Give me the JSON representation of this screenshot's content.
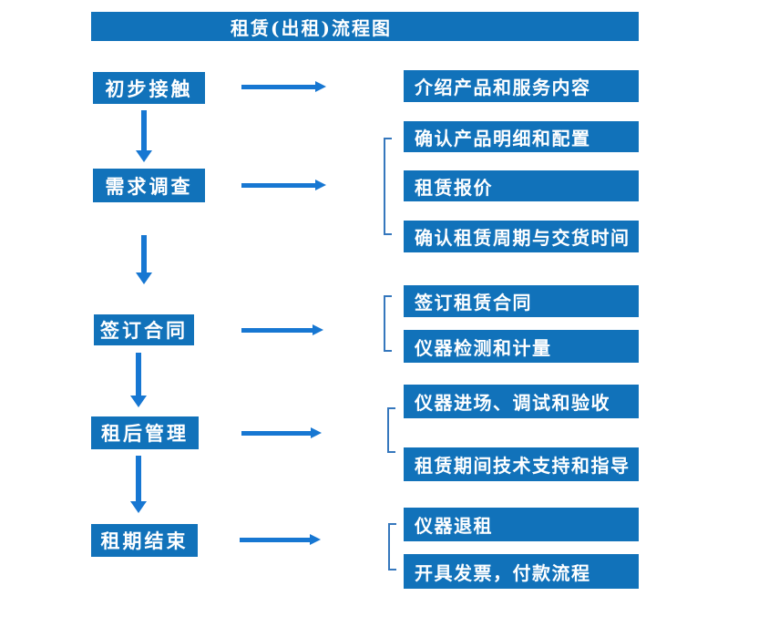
{
  "title": "租赁(出租)流程图",
  "colors": {
    "box_blue": "#1172ba",
    "arrow_blue": "#1777d2",
    "bracket_blue": "#3577bd",
    "text_white": "#ffffff"
  },
  "icons": {
    "arrow_right": "→",
    "arrow_down": "↓"
  },
  "flow": [
    {
      "stage": "初步接触",
      "details": [
        "介绍产品和服务内容"
      ]
    },
    {
      "stage": "需求调查",
      "details": [
        "确认产品明细和配置",
        "租赁报价",
        "确认租赁周期与交货时间"
      ]
    },
    {
      "stage": "签订合同",
      "details": [
        "签订租赁合同",
        "仪器检测和计量"
      ]
    },
    {
      "stage": "租后管理",
      "details": [
        "仪器进场、调试和验收",
        "租赁期间技术支持和指导"
      ]
    },
    {
      "stage": "租期结束",
      "details": [
        "仪器退租",
        "开具发票，付款流程"
      ]
    }
  ]
}
